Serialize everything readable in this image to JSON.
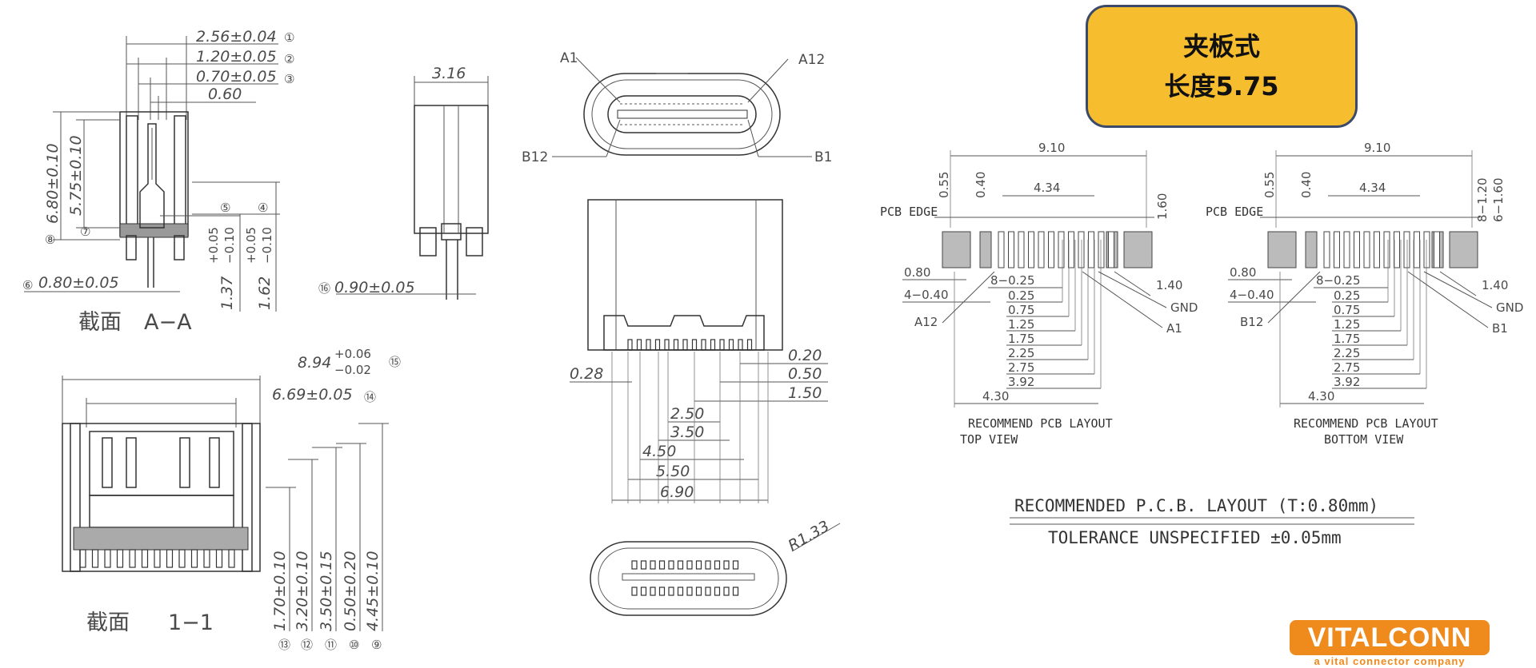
{
  "badge": {
    "line1": "夹板式",
    "line2": "长度5.75"
  },
  "logo": {
    "name": "VITALCONN",
    "tagline": "a vital connector company"
  },
  "sectionA": {
    "title": "截面",
    "suffix": "A−A",
    "dims": {
      "d1": "2.56±0.04",
      "d2": "1.20±0.05",
      "d3": "0.70±0.05",
      "d4": "0.60",
      "d5": "6.80±0.10",
      "d6": "5.75±0.10",
      "d7": "0.80±0.05",
      "d8": "1.37",
      "d8t": "+0.05",
      "d8b": "−0.10",
      "d9": "1.62",
      "d9t": "+0.05",
      "d9b": "−0.10"
    },
    "markers": {
      "m1": "①",
      "m2": "②",
      "m3": "③",
      "m4": "④",
      "m5": "⑤",
      "m6": "⑥",
      "m7": "⑦",
      "m8": "⑧"
    }
  },
  "sideView": {
    "width": "3.16",
    "pin": "0.90±0.05",
    "marker": "⑯"
  },
  "section11": {
    "title": "截面",
    "suffix": "1−1",
    "overall": "8.94",
    "overall_t": "+0.06",
    "overall_b": "−0.02",
    "overall_m": "⑮",
    "inner": "6.69±0.05",
    "inner_m": "⑭",
    "heights": [
      {
        "v": "1.70±0.10",
        "m": "⑬"
      },
      {
        "v": "3.20±0.10",
        "m": "⑫"
      },
      {
        "v": "3.50±0.15",
        "m": "⑪"
      },
      {
        "v": "0.50±0.20",
        "m": "⑩"
      },
      {
        "v": "4.45±0.10",
        "m": "⑨"
      }
    ]
  },
  "frontView": {
    "labels": {
      "a1": "A1",
      "a12": "A12",
      "b12": "B12",
      "b1": "B1"
    },
    "dims": {
      "d020": "0.20",
      "d050": "0.50",
      "d150": "1.50",
      "d028": "0.28",
      "d250": "2.50",
      "d350": "3.50",
      "d450": "4.50",
      "d550": "5.50",
      "d690": "6.90"
    },
    "radius": "R1.33"
  },
  "pcbTop": {
    "width": "9.10",
    "inner": "4.34",
    "d055": "0.55",
    "d040": "0.40",
    "d160": "1.60",
    "edge": "PCB EDGE",
    "d080": "0.80",
    "d440": "4−0.40",
    "d825": "8−0.25",
    "offsets": [
      "0.25",
      "0.75",
      "1.25",
      "1.75",
      "2.25",
      "2.75",
      "3.92"
    ],
    "d430": "4.30",
    "d140": "1.40",
    "gnd": "GND",
    "pinL": "A12",
    "pinR": "A1",
    "caption1": "RECOMMEND PCB LAYOUT",
    "caption2": "TOP VIEW"
  },
  "pcbBottom": {
    "width": "9.10",
    "inner": "4.34",
    "d055": "0.55",
    "d040": "0.40",
    "d820": "8−1.20",
    "d616": "6−1.60",
    "edge": "PCB EDGE",
    "d080": "0.80",
    "d440": "4−0.40",
    "d825": "8−0.25",
    "offsets": [
      "0.25",
      "0.75",
      "1.25",
      "1.75",
      "2.25",
      "2.75",
      "3.92"
    ],
    "d430": "4.30",
    "d140": "1.40",
    "gnd": "GND",
    "pinL": "B12",
    "pinR": "B1",
    "caption1": "RECOMMEND PCB LAYOUT",
    "caption2": "BOTTOM VIEW"
  },
  "notes": {
    "line1": "RECOMMENDED   P.C.B.  LAYOUT  (T:0.80mm)",
    "line2": "TOLERANCE  UNSPECIFIED  ±0.05mm"
  }
}
